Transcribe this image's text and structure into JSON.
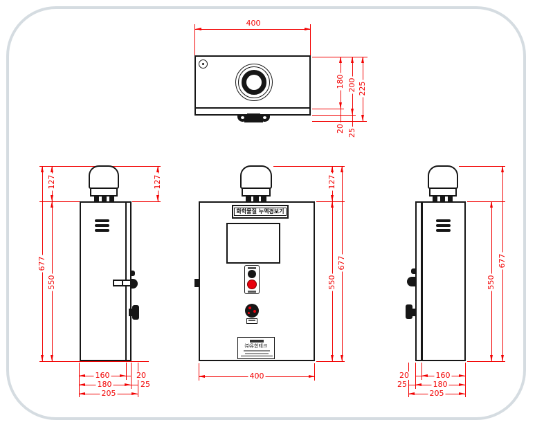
{
  "drawing": {
    "product_label": "화학물질 누액경보기",
    "nameplate_company": "㈜유한테크"
  },
  "colors": {
    "dimension_red": "#f20000",
    "line_black": "#161616",
    "frame_border": "#d5dce1",
    "button_red": "#e8000d",
    "background": "#ffffff"
  },
  "dims": {
    "top": {
      "width": "400",
      "depth1": "180",
      "depth2": "200",
      "depth3": "225",
      "s1": "20",
      "s2": "25"
    },
    "left": {
      "beacon": "127",
      "beacon2": "127",
      "total": "677",
      "body": "550",
      "b160": "160",
      "b20": "20",
      "b180": "180",
      "b25": "25",
      "b205": "205"
    },
    "front": {
      "beacon": "127",
      "total": "677",
      "body": "550",
      "width": "400"
    },
    "right": {
      "total": "677",
      "body": "550",
      "b20": "20",
      "b160": "160",
      "b25": "25",
      "b180": "180",
      "b205": "205"
    }
  }
}
